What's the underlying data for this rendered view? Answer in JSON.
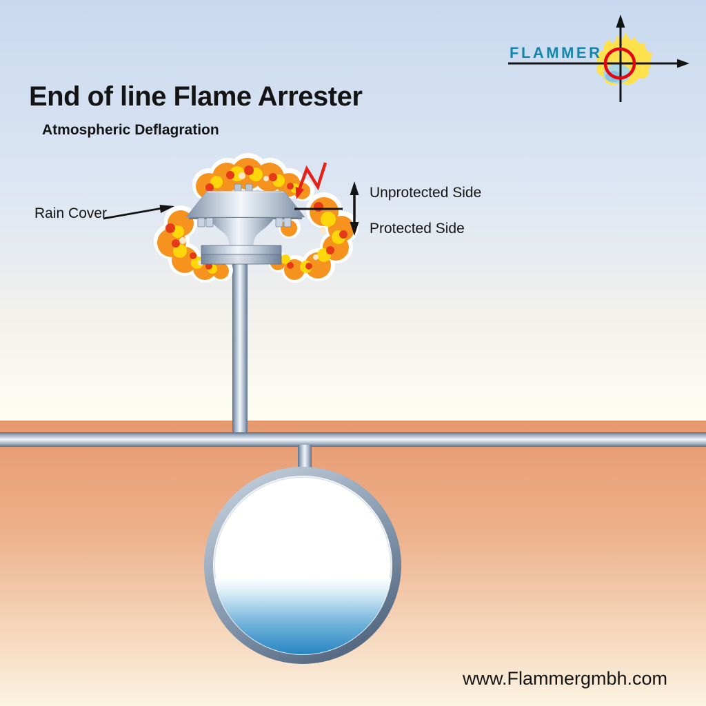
{
  "header": {
    "title": "End of line Flame Arrester",
    "subtitle": "Atmospheric Deflagration"
  },
  "logo": {
    "text": "FLAMMER"
  },
  "diagram": {
    "rain_cover_label": "Rain Cover",
    "unprotected_label": "Unprotected Side",
    "protected_label": "Protected Side"
  },
  "footer": {
    "url": "www.Flammergmbh.com"
  },
  "colors": {
    "logo_teal": "#1486ab",
    "spark_red": "#e32119",
    "ring_red": "#e30613",
    "flame_orange": "#f6921e",
    "flame_yellow": "#ffd60a",
    "flame_red": "#e63917",
    "flame_halo_white": "#ffffff",
    "sky_top": "#c8d9ef",
    "ground_top": "#e7986e",
    "pipe_metal_dark": "#5c6f89",
    "tank_liquid_blue": "#147bbd",
    "text_black": "#141414"
  },
  "icons": {
    "logo_mark": "flame-crosshair-icon",
    "ignition": "ignition-spark-arrow-icon",
    "flames": "deflagration-flame-icon",
    "range_arrow": "double-headed-arrow-icon",
    "rain_cover_pointer": "label-arrow-icon"
  }
}
